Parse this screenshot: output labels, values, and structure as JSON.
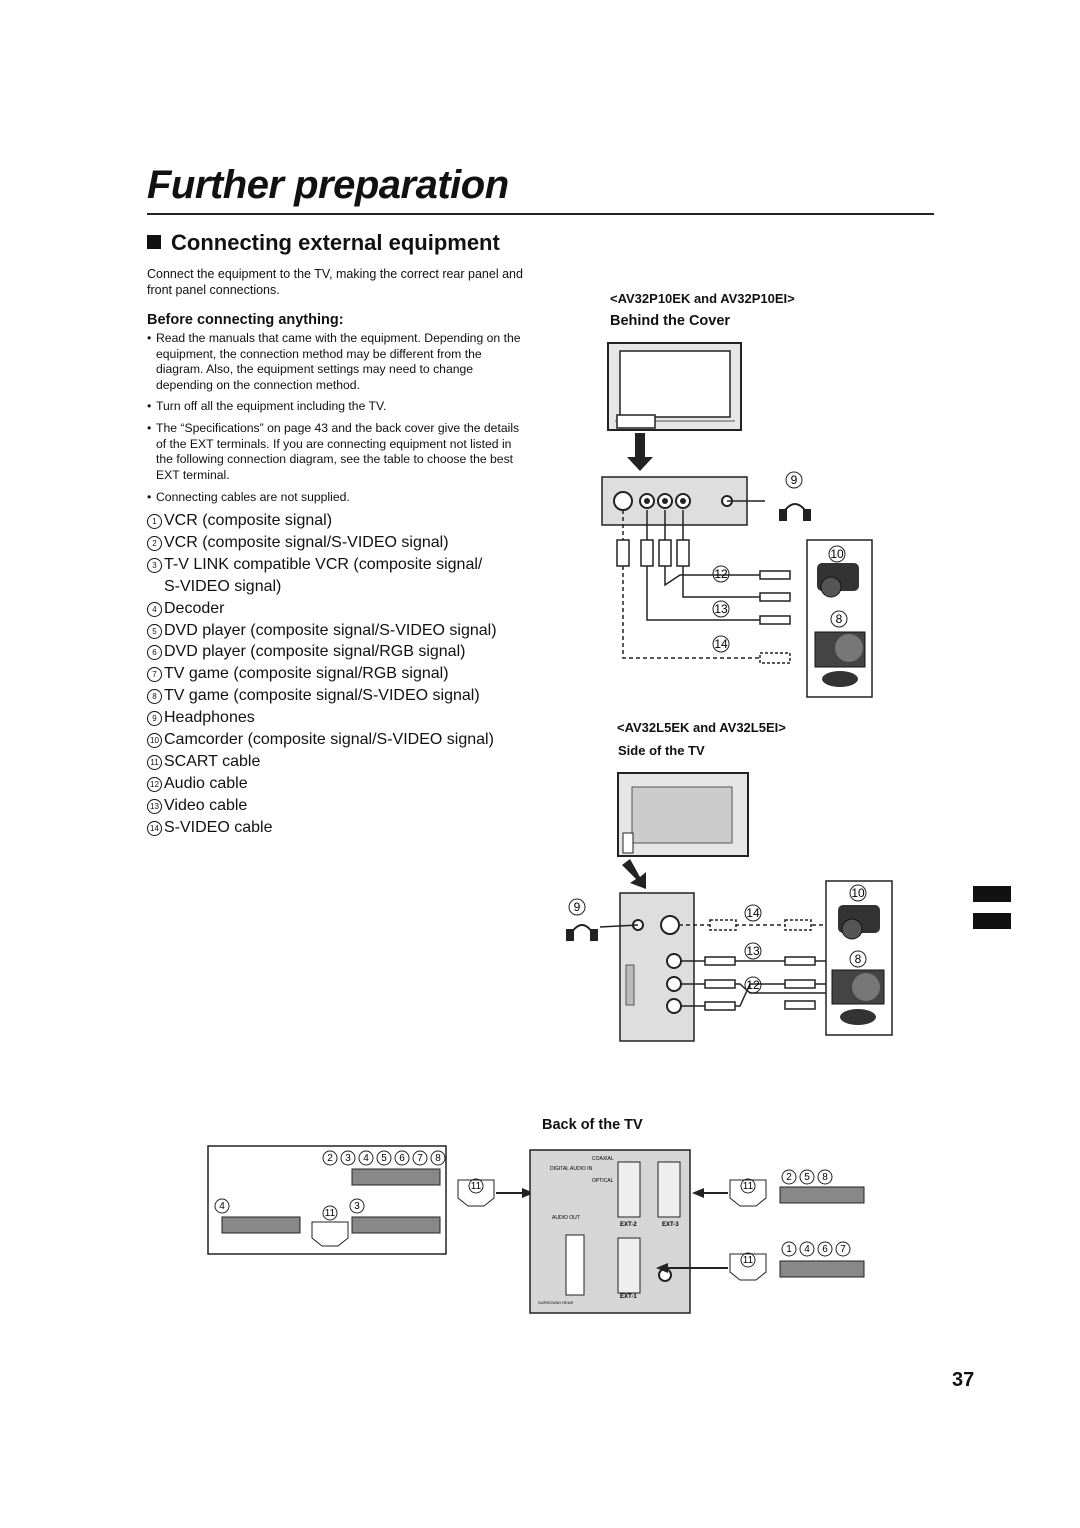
{
  "page": {
    "title": "Further preparation",
    "section_heading": "Connecting external equipment",
    "intro": "Connect the equipment to the TV, making the correct rear panel and front panel connections.",
    "before_heading": "Before connecting anything:",
    "bullets": [
      "Read the manuals that came with the equipment. Depending on the equipment, the connection method may be different from the diagram. Also, the equipment settings may need to change depending on the connection method.",
      "Turn off all the equipment including the TV.",
      "The “Specifications” on page 43 and the back cover give the details of the EXT terminals. If you are connecting equipment not listed in the following connection diagram, see the table to choose the best EXT terminal.",
      "Connecting cables are not supplied."
    ],
    "bullet_symbol": "•",
    "items": [
      {
        "num": "1",
        "text": "VCR (composite signal)"
      },
      {
        "num": "2",
        "text": "VCR (composite signal/S-VIDEO signal)"
      },
      {
        "num": "3",
        "text": "T-V LINK compatible VCR (composite signal/",
        "cont": "S-VIDEO signal)"
      },
      {
        "num": "4",
        "text": "Decoder"
      },
      {
        "num": "5",
        "text": "DVD player (composite signal/S-VIDEO signal)"
      },
      {
        "num": "6",
        "text": "DVD player (composite signal/RGB signal)"
      },
      {
        "num": "7",
        "text": "TV game (composite signal/RGB signal)"
      },
      {
        "num": "8",
        "text": "TV game (composite signal/S-VIDEO signal)"
      },
      {
        "num": "9",
        "text": "Headphones"
      },
      {
        "num": "10",
        "text": "Camcorder (composite signal/S-VIDEO signal)"
      },
      {
        "num": "11",
        "text": "SCART cable"
      },
      {
        "num": "12",
        "text": "Audio cable"
      },
      {
        "num": "13",
        "text": "Video cable"
      },
      {
        "num": "14",
        "text": "S-VIDEO cable"
      }
    ],
    "page_number": "37"
  },
  "diagram_p10": {
    "model_label": "<AV32P10EK and AV32P10EI>",
    "location_label": "Behind the Cover",
    "callouts": [
      "9",
      "10",
      "12",
      "13",
      "8",
      "14"
    ]
  },
  "diagram_l5": {
    "model_label": "<AV32L5EK and AV32L5EI>",
    "location_label": "Side of the TV",
    "callouts": [
      "9",
      "10",
      "14",
      "13",
      "8",
      "12"
    ]
  },
  "diagram_back": {
    "label": "Back of the TV",
    "panel_text": {
      "digital_audio_in": "DIGITAL AUDIO IN",
      "coaxial": "COAXIAL",
      "optical": "OPTICAL",
      "audio_out": "AUDIO OUT",
      "ext2": "EXT-2",
      "ext3": "EXT-3",
      "ext1": "EXT-1",
      "surround": "SURROUND REAR"
    },
    "left_group_top": [
      "2",
      "3",
      "4",
      "5",
      "6",
      "7",
      "8"
    ],
    "left_group_a": [
      "4"
    ],
    "left_group_b": [
      "3"
    ],
    "scart_callout": "11",
    "right_group_top": [
      "2",
      "5",
      "8"
    ],
    "right_group_bottom": [
      "1",
      "4",
      "6",
      "7"
    ]
  }
}
